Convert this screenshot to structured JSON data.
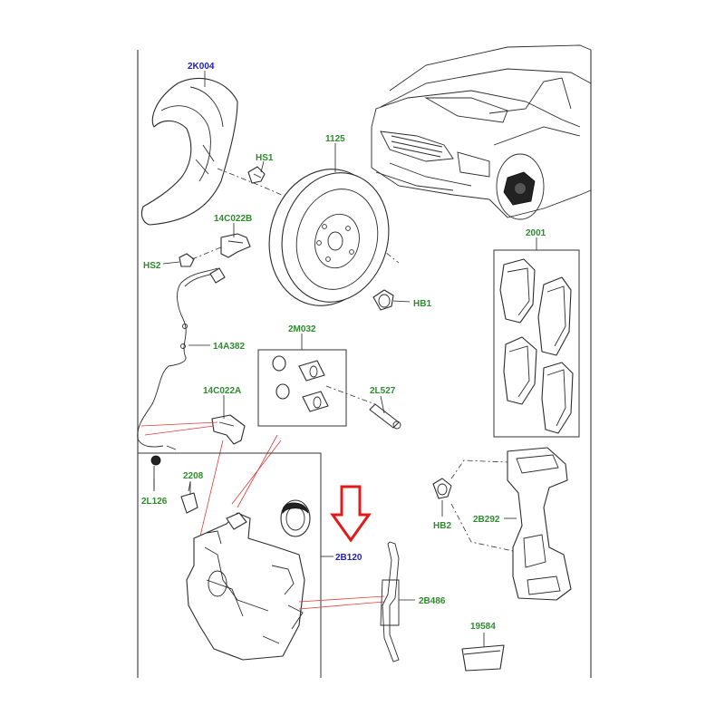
{
  "labels": [
    {
      "id": "2K004",
      "color": "blue"
    },
    {
      "id": "HS1",
      "color": "green"
    },
    {
      "id": "1125",
      "color": "green"
    },
    {
      "id": "14C022B",
      "color": "green"
    },
    {
      "id": "HS2",
      "color": "green"
    },
    {
      "id": "HB1",
      "color": "green"
    },
    {
      "id": "2001",
      "color": "green"
    },
    {
      "id": "2M032",
      "color": "green"
    },
    {
      "id": "14A382",
      "color": "green"
    },
    {
      "id": "14C022A",
      "color": "green"
    },
    {
      "id": "2L527",
      "color": "green"
    },
    {
      "id": "2208",
      "color": "green"
    },
    {
      "id": "2L126",
      "color": "green"
    },
    {
      "id": "2B120",
      "color": "blue"
    },
    {
      "id": "HB2",
      "color": "green"
    },
    {
      "id": "2B292",
      "color": "green"
    },
    {
      "id": "2B486",
      "color": "green"
    },
    {
      "id": "19584",
      "color": "green"
    }
  ],
  "colors": {
    "green_label": "#2e8b2e",
    "blue_label": "#1f1fb0",
    "highlight_arrow": "#e01b1b",
    "leader_red": "#e23a3a",
    "line": "#2b2b2b"
  },
  "icons": [
    "down-arrow-icon"
  ]
}
